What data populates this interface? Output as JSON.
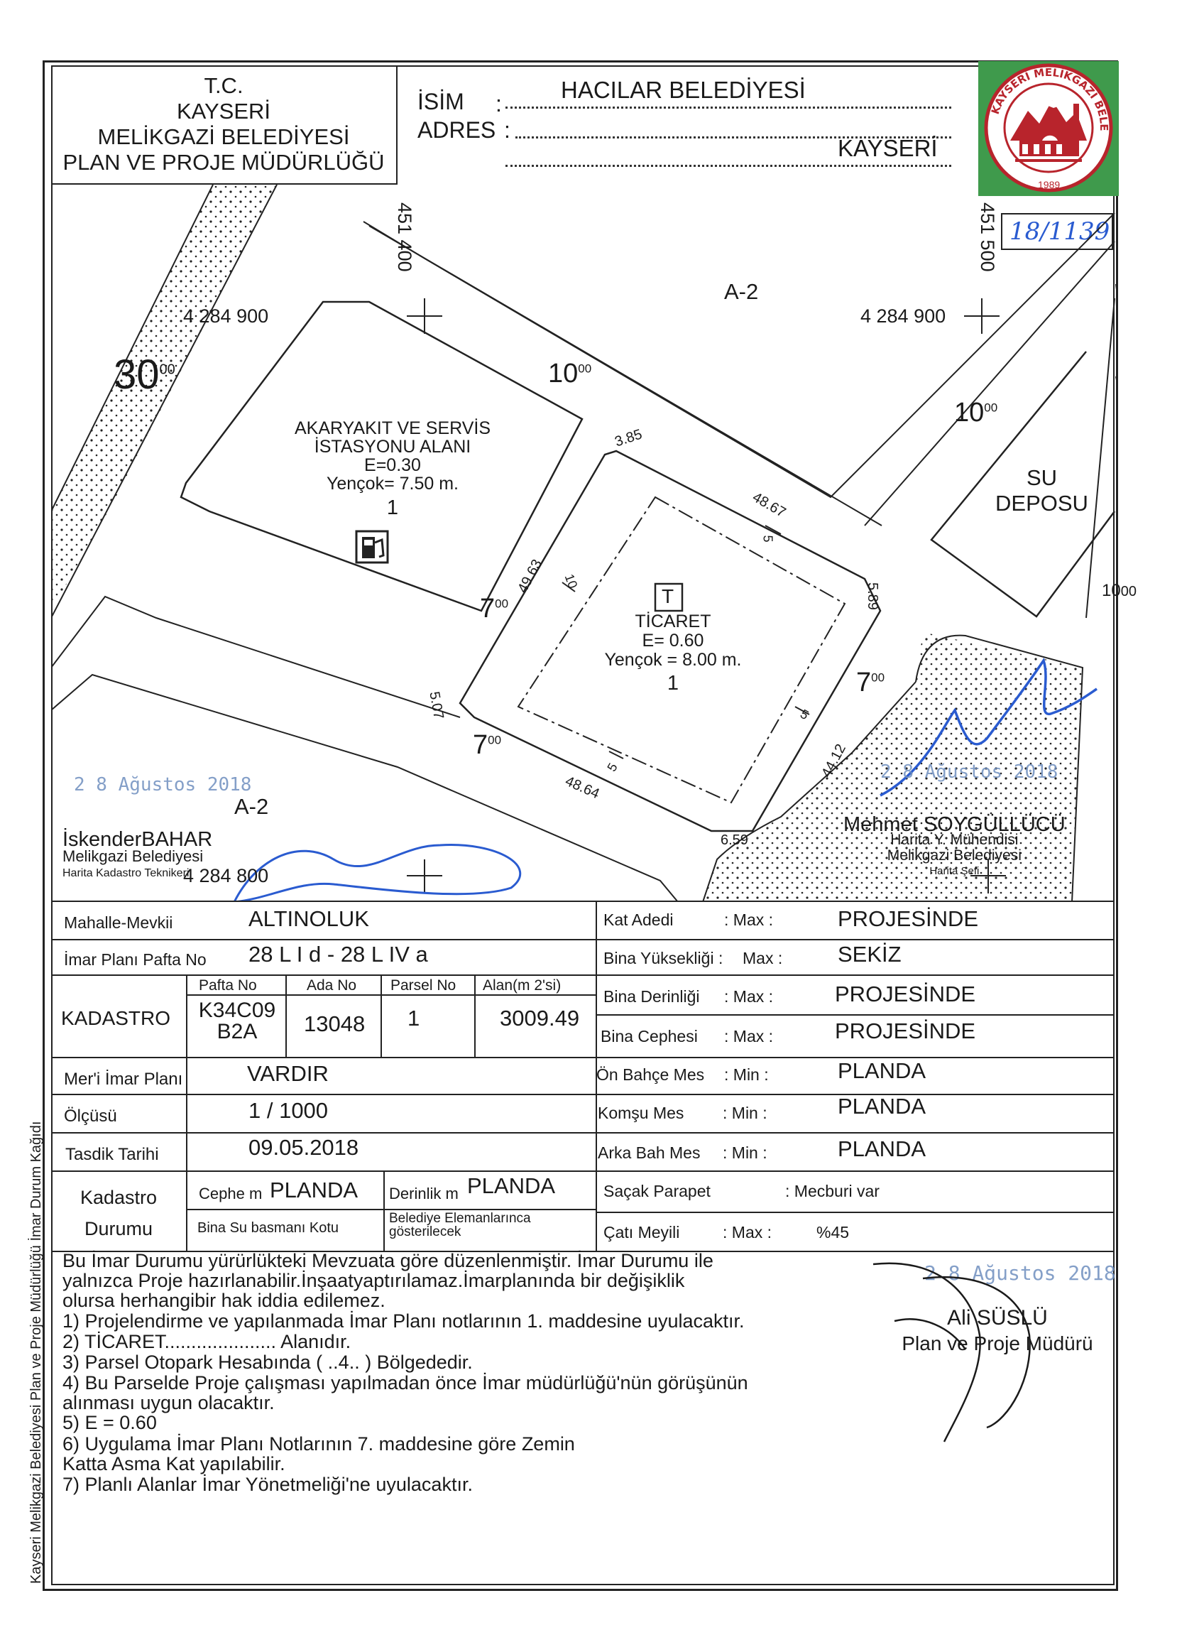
{
  "header": {
    "org_lines": [
      "T.C.",
      "KAYSERİ",
      "MELİKGAZİ BELEDİYESİ",
      "PLAN VE PROJE MÜDÜRLÜĞÜ"
    ],
    "isim_label": "İSİM",
    "isim_value": "HACILAR BELEDİYESİ",
    "adres_label": "ADRES",
    "adres_value": "KAYSERİ",
    "seal_year": "1989",
    "seal_text": "KAYSERİ MELİKGAZİ BELEDİYESİ",
    "handwritten_number": "18/1139"
  },
  "map": {
    "coord_451400": "451 400",
    "coord_451500": "451 500",
    "coord_left_4284900": "4 284 900",
    "coord_right_4284900": "4 284 900",
    "coord_bottom_4284800": "4 284 800",
    "zone_top": "A-2",
    "zone_left": "A-2",
    "road_30": "30",
    "road_30_sup": "00",
    "road_10a": "10",
    "road_10a_sup": "00",
    "road_10b": "10",
    "road_10b_sup": "00",
    "road_10c": "10",
    "road_10c_sup": "00",
    "road_7a": "7",
    "road_7a_sup": "00",
    "road_7b": "7",
    "road_7b_sup": "00",
    "road_7c": "7",
    "road_7c_sup": "00",
    "fuel_lines": [
      "AKARYAKIT VE SERVİS",
      "İSTASYONU ALANI",
      "E=0.30",
      "Yençok= 7.50 m."
    ],
    "fuel_parcel": "1",
    "su_lines": [
      "SU",
      "DEPOSU"
    ],
    "ticaret_symbol": "T",
    "ticaret_lines": [
      "TİCARET",
      "E= 0.60",
      "Yençok = 8.00 m."
    ],
    "ticaret_parcel": "1",
    "dims": {
      "d385": "3.85",
      "d4867": "48.67",
      "d589": "5.89",
      "d4412": "44.12",
      "d659": "6.59",
      "d4864": "48.64",
      "d507": "5.07",
      "d4963": "49.63",
      "setback_10": "10",
      "setback_5a": "5",
      "setback_5b": "5",
      "setback_5c": "5"
    },
    "stamp_date_left": "2 8 Ağustos 2018",
    "stamp_date_mid": "2 8 Ağustos 2018",
    "left_signer": [
      "İskenderBAHAR",
      "Melikgazi Belediyesi",
      "Harita Kadastro Teknikeri"
    ],
    "right_signer": [
      "Mehmet SOYGÜLLÜCÜ",
      "Harita Y. Mühendisi",
      "Melikgazi Belediyesi",
      "Harita Şefi"
    ]
  },
  "table": {
    "mahalle_label": "Mahalle-Mevkii",
    "mahalle_value": "ALTINOLUK",
    "pafta_label": "İmar Planı Pafta No",
    "pafta_value": "28 L I d - 28 L IV a",
    "kadastro_label": "KADASTRO",
    "col_pafta": "Pafta No",
    "col_ada": "Ada No",
    "col_parsel": "Parsel No",
    "col_alan": "Alan(m 2'si)",
    "val_pafta_1": "K34C09",
    "val_pafta_2": "B2A",
    "val_ada": "13048",
    "val_parsel": "1",
    "val_alan": "3009.49",
    "meri_label": "Mer'i İmar Planı",
    "meri_value": "VARDIR",
    "olcu_label": "Ölçüsü",
    "olcu_value": "1 / 1000",
    "tasdik_label": "Tasdik Tarihi",
    "tasdik_value": "09.05.2018",
    "kad_durum_1": "Kadastro",
    "kad_durum_2": "Durumu",
    "cephe_label": "Cephe m",
    "cephe_value": "PLANDA",
    "derinlik_label": "Derinlik m",
    "derinlik_value": "PLANDA",
    "subasman_label": "Bina Su basmanı Kotu",
    "bel_label_1": "Belediye Elemanlarınca",
    "bel_label_2": "gösterilecek",
    "right_rows": [
      {
        "label": "Kat Adedi",
        "qual": ": Max  :",
        "value": "PROJESİNDE"
      },
      {
        "label": "Bina Yüksekliği :",
        "qual": "Max  :",
        "value": "SEKİZ"
      },
      {
        "label": "Bina Derinliği",
        "qual": ": Max  :",
        "value": "PROJESİNDE"
      },
      {
        "label": "Bina Cephesi",
        "qual": ": Max  :",
        "value": "PROJESİNDE"
      },
      {
        "label": "Ön Bahçe Mes",
        "qual": ": Min   :",
        "value": "PLANDA"
      },
      {
        "label": "Komşu Mes",
        "qual": ": Min   :",
        "value": "PLANDA"
      },
      {
        "label": "Arka Bah Mes",
        "qual": ": Min   :",
        "value": "PLANDA"
      },
      {
        "label": "Saçak Parapet",
        "qual": ": Mecburi var",
        "value": ""
      },
      {
        "label": "Çatı Meyili",
        "qual": ": Max  :",
        "value": "%45"
      }
    ]
  },
  "notes": [
    "Bu İmar Durumu yürürlükteki Mevzuata göre düzenlenmiştir. İmar Durumu ile",
    "yalnızca Proje hazırlanabilir.İnşaatyaptırılamaz.İmarplanında bir değişiklik",
    "olursa herhangibir hak iddia edilemez.",
    "1) Projelendirme ve yapılanmada İmar Planı notlarının 1. maddesine uyulacaktır.",
    "2) TİCARET..................... Alanıdır.",
    "3) Parsel Otopark Hesabında ( ..4.. ) Bölgededir.",
    "4) Bu Parselde Proje çalışması yapılmadan önce İmar müdürlüğü'nün görüşünün",
    "alınması uygun olacaktır.",
    "5) E = 0.60",
    "6) Uygulama İmar Planı Notlarının 7. maddesine göre Zemin",
    "Katta Asma Kat yapılabilir.",
    "7) Planlı Alanlar İmar Yönetmeliği'ne uyulacaktır."
  ],
  "director": {
    "date_stamp": "2 8 Ağustos 2018",
    "name": "Ali SÜSLÜ",
    "title": "Plan ve Proje Müdürü"
  },
  "side_text": "Kayseri Melikgazi Belediyesi Plan ve Proje Müdürlüğü İmar Durum Kağıdı",
  "colors": {
    "ink": "#1a1a1a",
    "signature_blue": "#2a5bd0",
    "stamp_blue": "#6f8fbf",
    "seal_red": "#b8242c",
    "seal_green": "#2c8a3c"
  }
}
